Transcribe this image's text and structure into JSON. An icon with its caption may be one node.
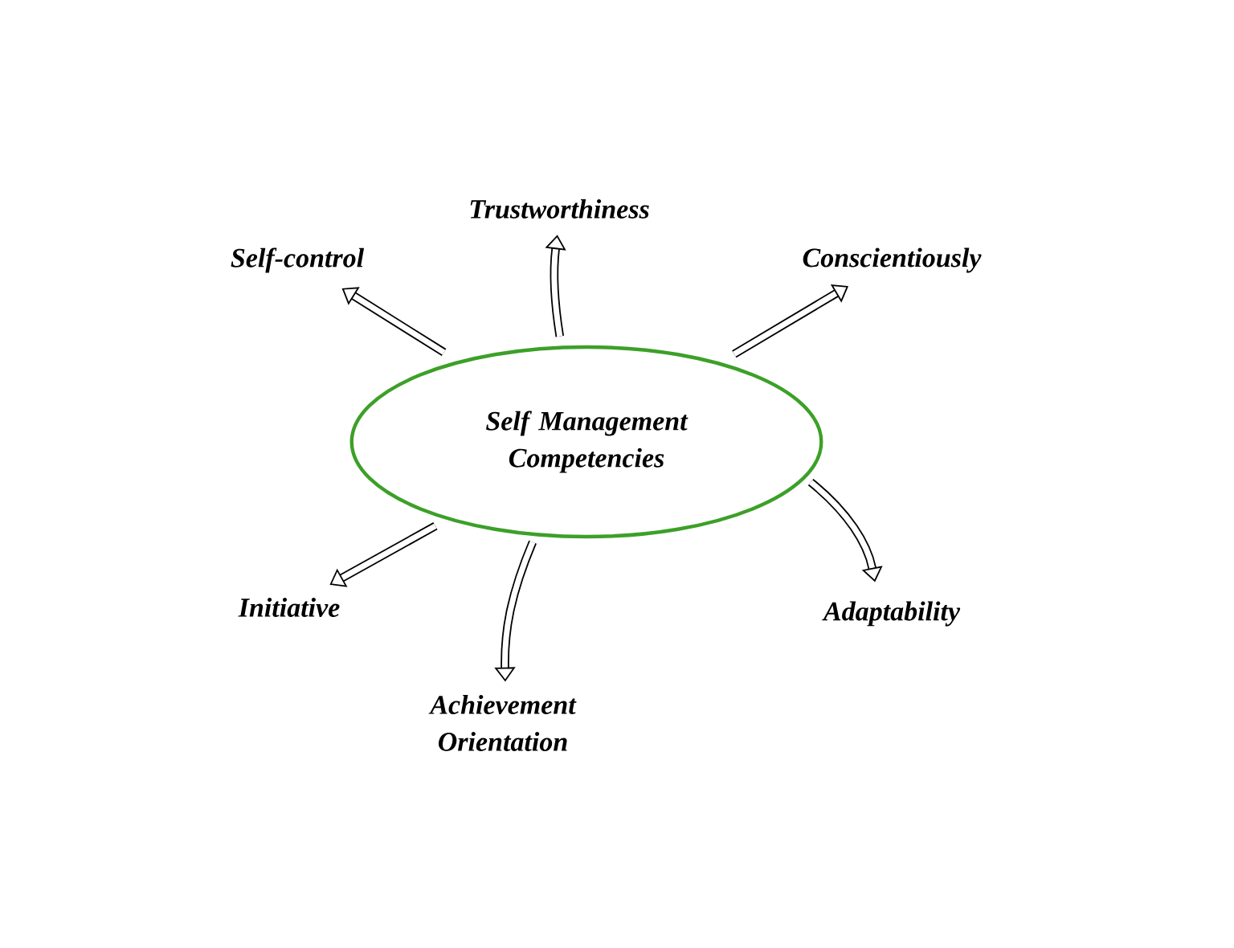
{
  "diagram": {
    "nodes": [
      {
        "text": [
          "Self Management Competencies"
        ]
      },
      {
        "text": [
          "Trustworthiness"
        ]
      },
      {
        "text": [
          "Self-control"
        ]
      },
      {
        "text": [
          "Conscientiously"
        ]
      },
      {
        "text": [
          "Initiative"
        ]
      },
      {
        "text": [
          "Adaptability"
        ]
      },
      {
        "text": [
          "Achievement Orientation"
        ]
      }
    ],
    "edges": [
      {
        "from": 0,
        "to": 1,
        "arrow": "to"
      },
      {
        "from": 0,
        "to": 2,
        "arrow": "to"
      },
      {
        "from": 0,
        "to": 3,
        "arrow": "to"
      },
      {
        "from": 0,
        "to": 4,
        "arrow": "to"
      },
      {
        "from": 0,
        "to": 5,
        "arrow": "to"
      },
      {
        "from": 0,
        "to": 6,
        "arrow": "to"
      }
    ]
  }
}
